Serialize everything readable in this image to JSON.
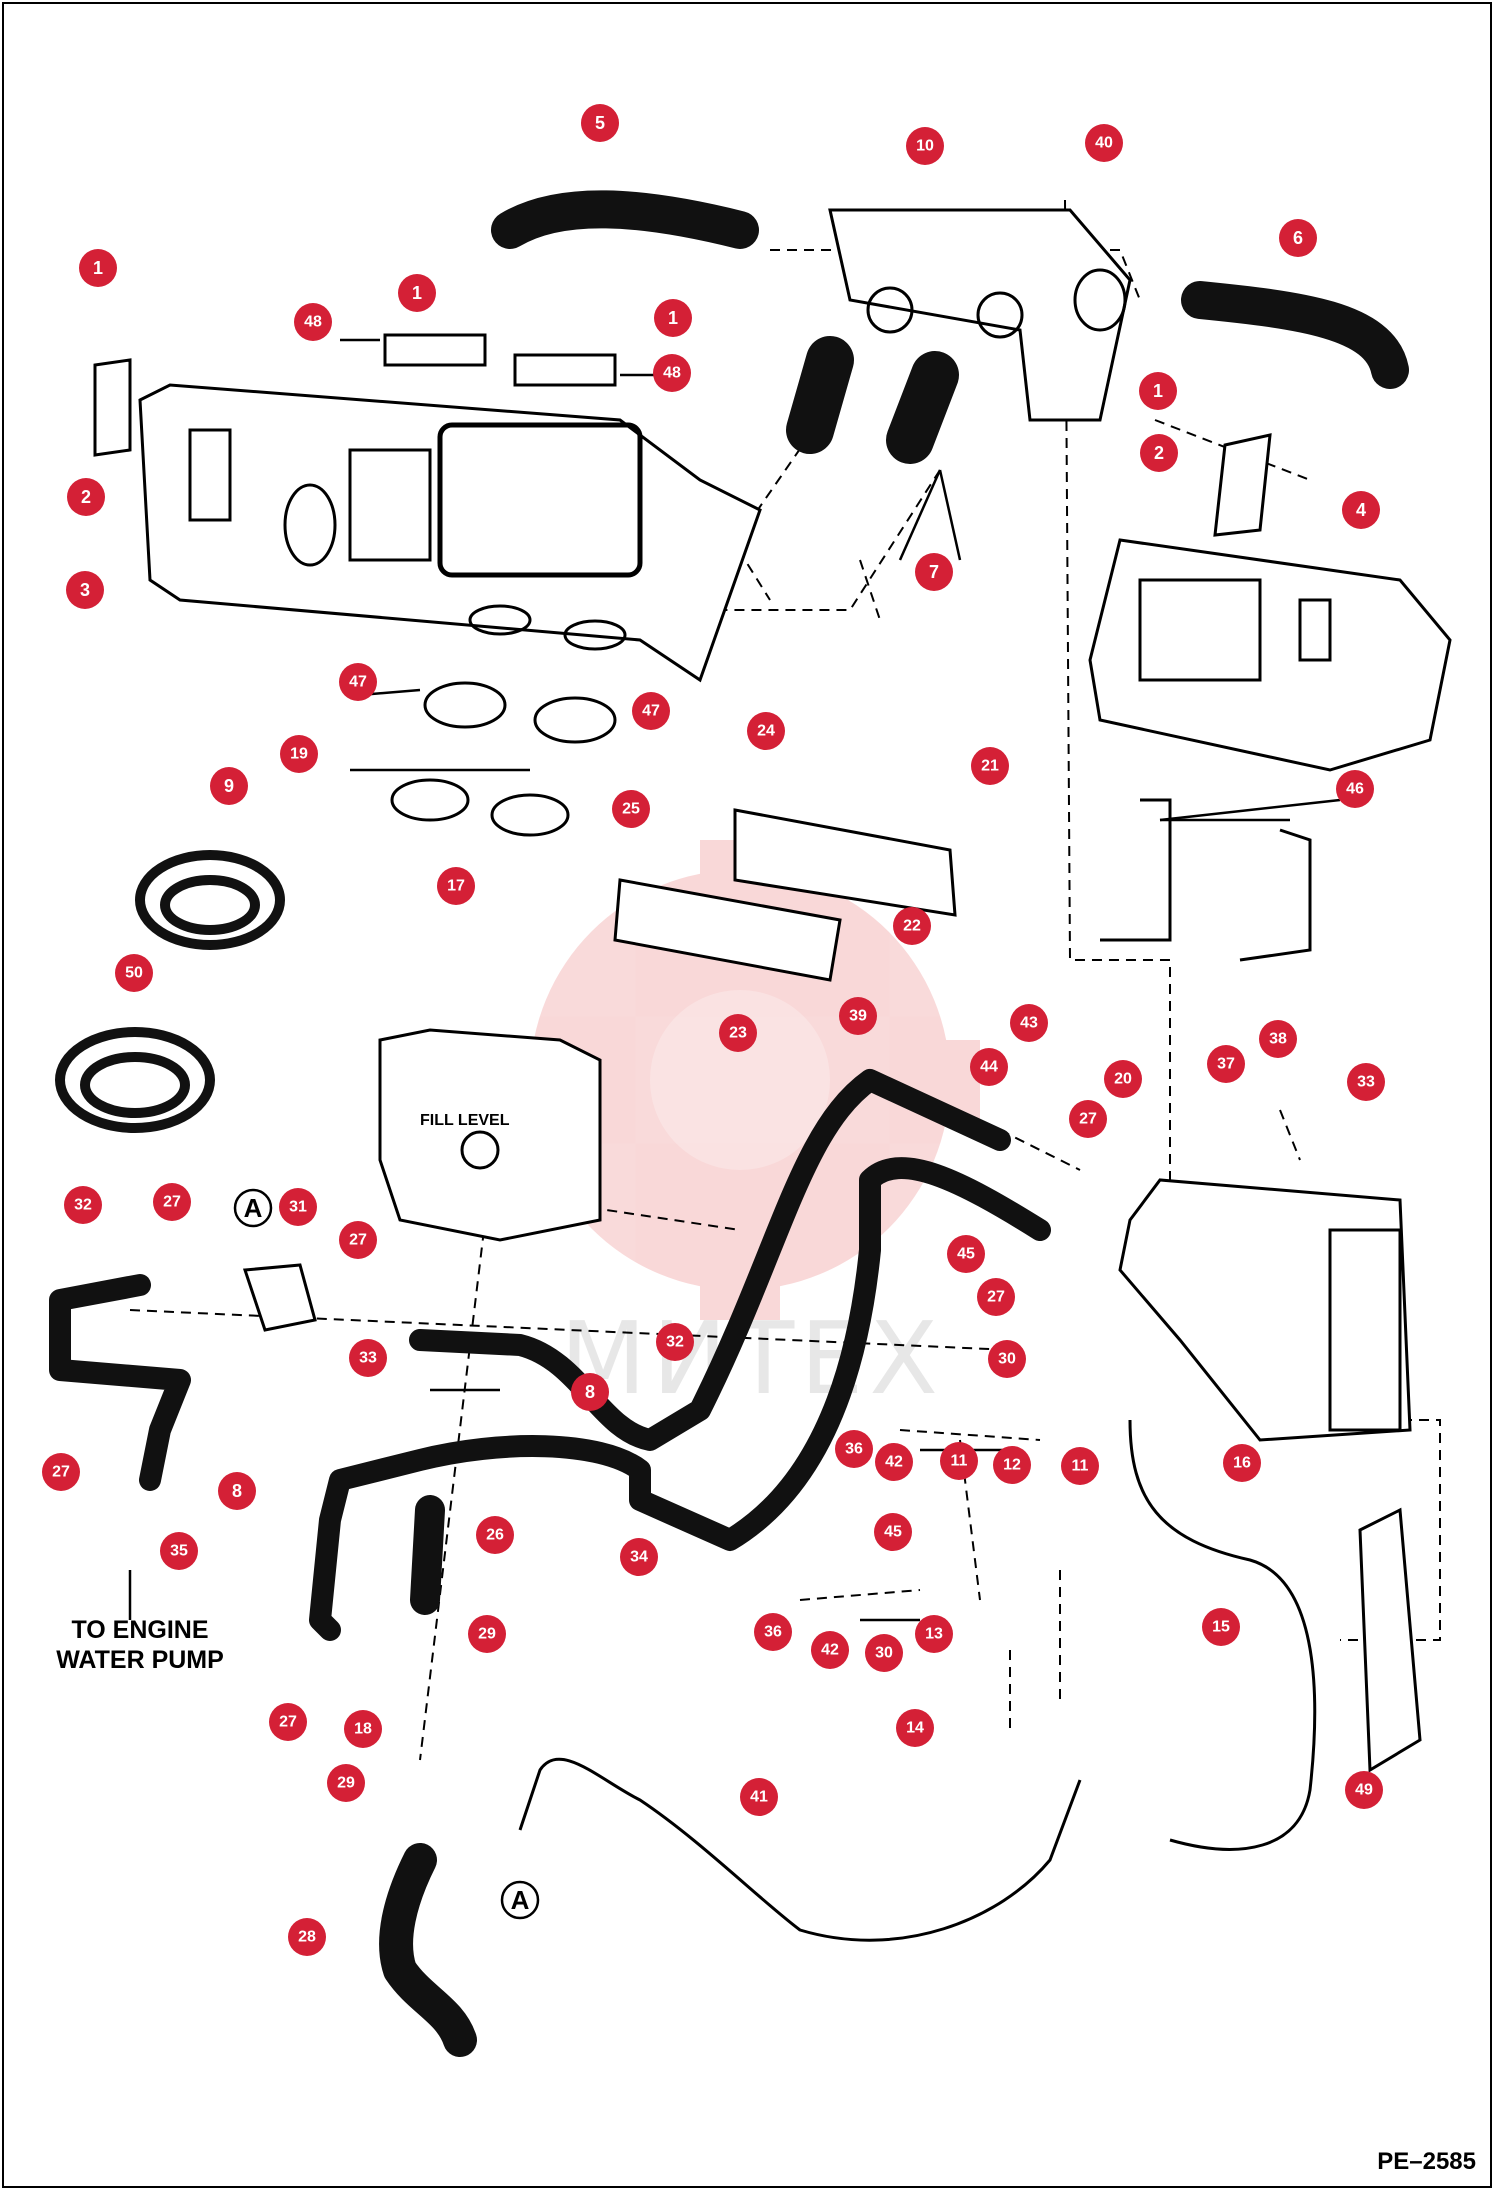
{
  "note": {
    "line1": "TO ENGINE",
    "line2": "WATER PUMP"
  },
  "drawing_code": "PE–2585",
  "watermark": "МИТЕХ",
  "tank_label": "FILL LEVEL",
  "connector_label": "A",
  "callout_color": "#d42036",
  "callouts": [
    "5",
    "10",
    "40",
    "6",
    "1",
    "48",
    "1",
    "1",
    "48",
    "1",
    "2",
    "2",
    "3",
    "4",
    "7",
    "47",
    "47",
    "19",
    "24",
    "21",
    "25",
    "22",
    "9",
    "17",
    "46",
    "50",
    "23",
    "39",
    "43",
    "20",
    "37",
    "38",
    "33",
    "44",
    "27",
    "32",
    "27",
    "31",
    "27",
    "45",
    "27",
    "33",
    "32",
    "30",
    "8",
    "36",
    "42",
    "11",
    "12",
    "11",
    "16",
    "27",
    "8",
    "35",
    "34",
    "26",
    "45",
    "29",
    "36",
    "42",
    "30",
    "13",
    "15",
    "14",
    "27",
    "18",
    "49",
    "29",
    "41",
    "28"
  ]
}
